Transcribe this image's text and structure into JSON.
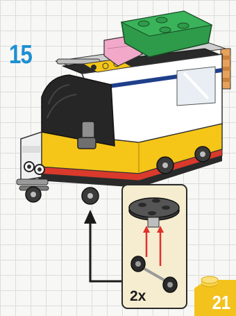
{
  "step": {
    "number": "15"
  },
  "callout": {
    "quantity": "2x"
  },
  "page": {
    "number": "21"
  },
  "colors": {
    "step_number": "#1e8fd0",
    "brick_yellow": "#f5c518",
    "brick_green": "#2e9b4a",
    "brick_pink": "#f2a8c9",
    "brick_black": "#222222",
    "brick_red": "#d93a2b",
    "brick_white": "#ffffff",
    "brick_blue_stripe": "#1f3f8a",
    "callout_bg": "#f6eccf",
    "badge_yellow": "#f3c21c",
    "arrow_red": "#e0322b"
  }
}
